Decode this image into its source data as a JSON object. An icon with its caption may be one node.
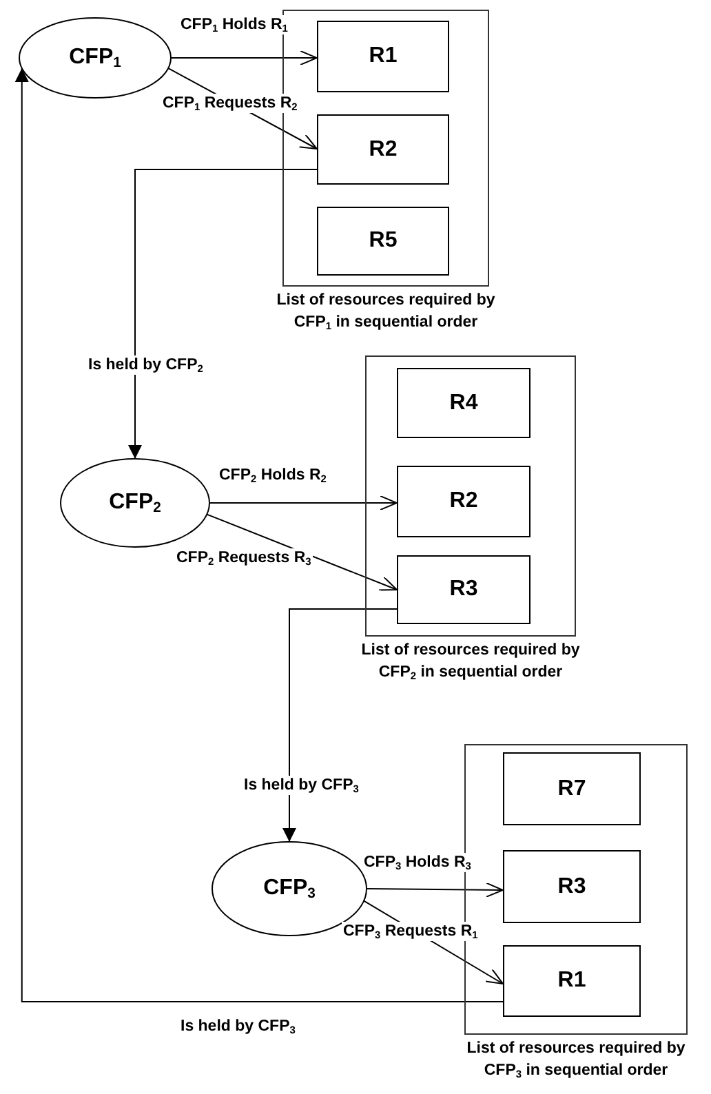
{
  "diagram": {
    "nodes": [
      {
        "text": [
          "CFP$_{1}$"
        ]
      },
      {
        "text": [
          "List of resources required by CFP$_{1}$ in sequential order"
        ]
      },
      {
        "text": [
          "R1"
        ],
        "in": 1
      },
      {
        "text": [
          "R2"
        ],
        "in": 1
      },
      {
        "text": [
          "R5"
        ],
        "in": 1
      },
      {
        "text": [
          "CFP$_{2}$"
        ]
      },
      {
        "text": [
          "List of resources required by CFP$_{2}$ in sequential order"
        ]
      },
      {
        "text": [
          "R4"
        ],
        "in": 6
      },
      {
        "text": [
          "R2"
        ],
        "in": 6
      },
      {
        "text": [
          "R3"
        ],
        "in": 6
      },
      {
        "text": [
          "CFP$_{3}$"
        ]
      },
      {
        "text": [
          "List of resources required by CFP$_{3}$ in sequential order"
        ]
      },
      {
        "text": [
          "R7"
        ],
        "in": 11
      },
      {
        "text": [
          "R3"
        ],
        "in": 11
      },
      {
        "text": [
          "R1"
        ],
        "in": 11
      }
    ],
    "edges": [
      {
        "from": 0,
        "to": 2,
        "arrow": "to",
        "label": "CFP$_{1}$ Holds R$_{1}$"
      },
      {
        "from": 0,
        "to": 3,
        "arrow": "to",
        "label": "CFP$_{1}$ Requests R$_{2}$"
      },
      {
        "from": 3,
        "to": 5,
        "arrow": "to",
        "label": "Is held by CFP$_{2}$"
      },
      {
        "from": 5,
        "to": 8,
        "arrow": "to",
        "label": "CFP$_{2}$ Holds R$_{2}$"
      },
      {
        "from": 5,
        "to": 9,
        "arrow": "to",
        "label": "CFP$_{2}$ Requests R$_{3}$"
      },
      {
        "from": 9,
        "to": 10,
        "arrow": "to",
        "label": "Is held by CFP$_{3}$"
      },
      {
        "from": 10,
        "to": 13,
        "arrow": "to",
        "label": "CFP$_{3}$ Holds R$_{3}$"
      },
      {
        "from": 10,
        "to": 14,
        "arrow": "to",
        "label": "CFP$_{3}$ Requests R$_{1}$"
      },
      {
        "from": 14,
        "to": 0,
        "arrow": "to",
        "label": "Is held by CFP$_{3}$"
      }
    ]
  }
}
